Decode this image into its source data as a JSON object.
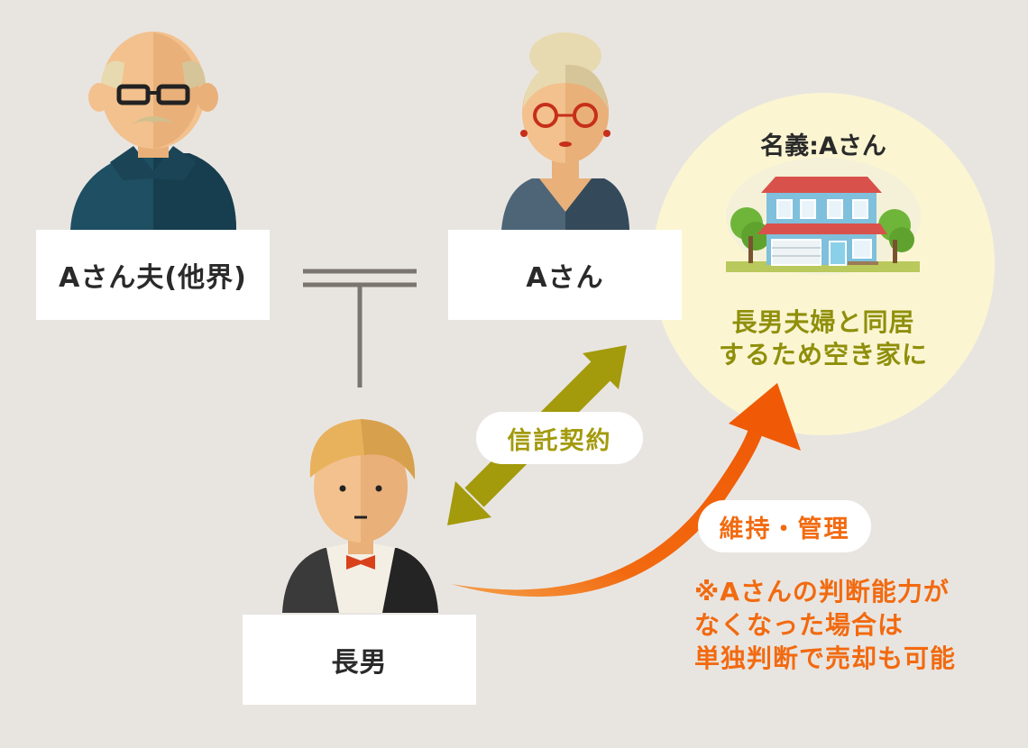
{
  "persons": {
    "husband": {
      "label": "Aさん夫(他界)"
    },
    "wife": {
      "label": "Aさん"
    },
    "son": {
      "label": "長男"
    }
  },
  "house": {
    "title": "名義:Aさん",
    "desc_line1": "長男夫婦と同居",
    "desc_line2": "するため空き家に"
  },
  "relations": {
    "trust_contract": "信託契約",
    "maintain_manage": "維持・管理"
  },
  "note": {
    "line1": "※Aさんの判断能力が",
    "line2": "なくなった場合は",
    "line3": "単独判断で売却も可能"
  },
  "colors": {
    "olive": "#a39a0c",
    "orange": "#f26a10",
    "background": "#e8e5e1",
    "house_circle": "#fbf5d2"
  }
}
